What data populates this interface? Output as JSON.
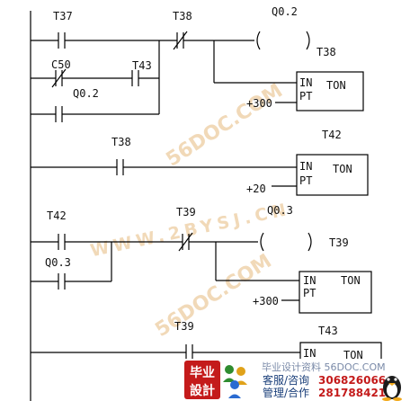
{
  "watermarks": {
    "site_56doc": "56DOC.COM",
    "site_2bysj": "WWW.2BYSJ.CN",
    "site_56doc_lower": "56DOC.COM"
  },
  "rungs": [
    {
      "contacts": {
        "t37": "T37",
        "t38_nc": "T38",
        "c50_nc": "C50",
        "t43": "T43",
        "q02": "Q0.2"
      },
      "coil": "Q0.2",
      "timer": {
        "name": "T38",
        "in": "IN",
        "type": "TON",
        "pt": "PT",
        "preset": "+300"
      }
    },
    {
      "contacts": {
        "t38": "T38"
      },
      "timer": {
        "name": "T42",
        "in": "IN",
        "type": "TON",
        "pt": "PT",
        "preset": "+20"
      }
    },
    {
      "contacts": {
        "t42": "T42",
        "t39_nc": "T39",
        "q03": "Q0.3"
      },
      "coil": "Q0.3",
      "timer": {
        "name": "T39",
        "in": "IN",
        "type": "TON",
        "pt": "PT",
        "preset": "+300"
      }
    },
    {
      "contacts": {
        "t39": "T39"
      },
      "timer": {
        "name": "T43",
        "in": "IN",
        "type": "TON"
      }
    }
  ],
  "footer": {
    "logo_top": "毕业",
    "logo_bottom": "設計",
    "site_title": "毕业设计资料 56DOC.COM",
    "service_label": "客服/咨询",
    "service_number": "306826066",
    "admin_label": "管理/合作",
    "admin_number": "281788421"
  }
}
